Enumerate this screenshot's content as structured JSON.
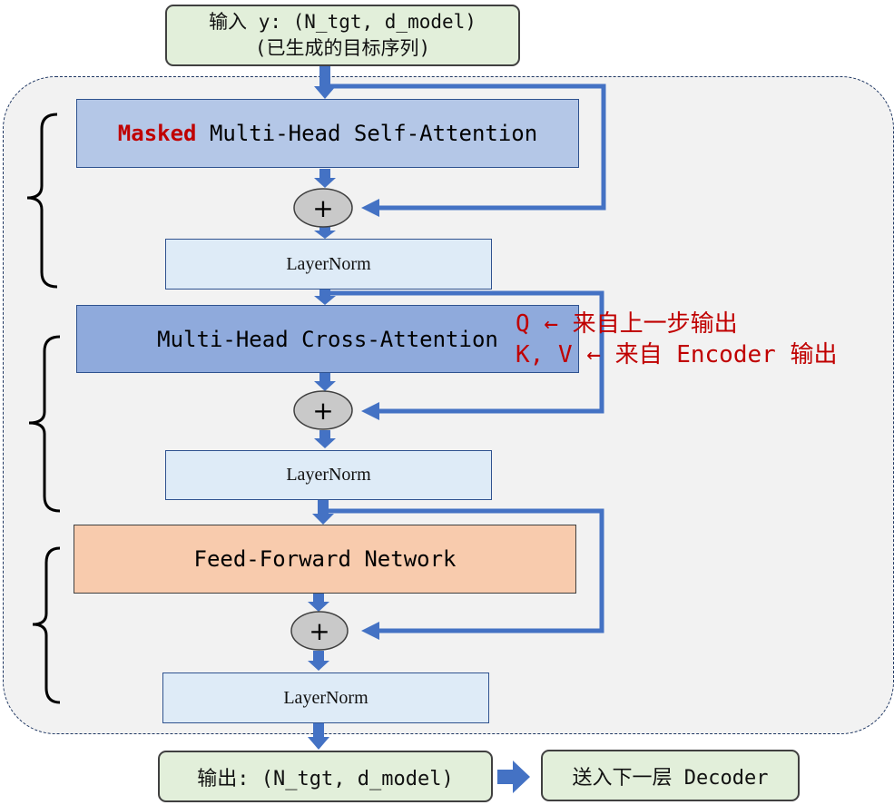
{
  "input": {
    "line1": "输入 y: (N_tgt, d_model)",
    "line2": "(已生成的目标序列)"
  },
  "blocks": {
    "self_attention": {
      "masked_word": "Masked",
      "title": "Multi-Head Self-Attention"
    },
    "cross_attention": {
      "title": "Multi-Head Cross-Attention"
    },
    "feed_forward": {
      "title": "Feed-Forward Network"
    }
  },
  "layernorm": {
    "label": "LayerNorm"
  },
  "adder": {
    "symbol": "+"
  },
  "annotation": {
    "q_line": "Q ← 来自上一步输出",
    "kv_line": "K, V ← 来自 Encoder 输出"
  },
  "output": {
    "label": "输出: (N_tgt, d_model)"
  },
  "next_layer": {
    "label": "送入下一层 Decoder"
  },
  "colors": {
    "arrow_blue": "#4472c4",
    "annotation_red": "#c00000",
    "io_green": "#e2efda",
    "self_attention_blue": "#b4c7e7",
    "cross_attention_blue": "#8faadc",
    "ffn_orange": "#f8cbad",
    "layernorm_blue": "#deebf7",
    "adder_gray": "#c9c9c9"
  }
}
